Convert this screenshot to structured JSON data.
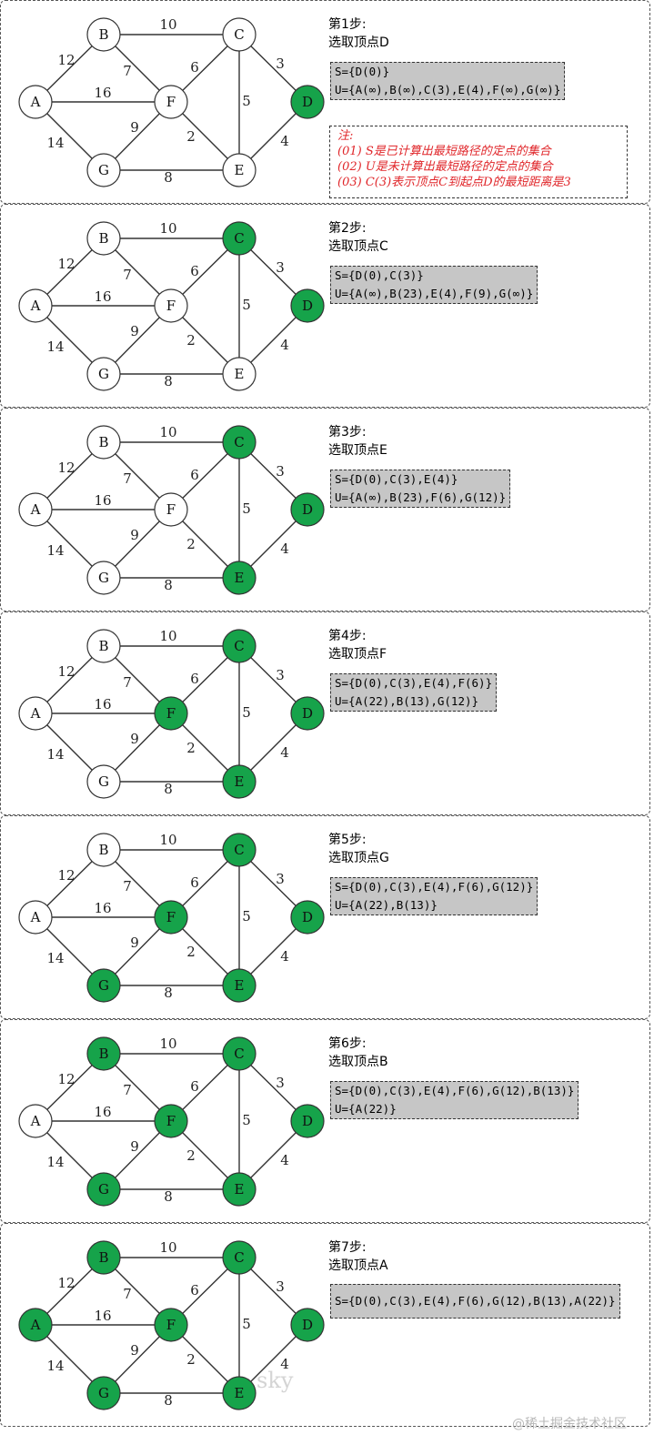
{
  "graph": {
    "nodes": [
      "A",
      "B",
      "C",
      "D",
      "E",
      "F",
      "G"
    ],
    "edges": [
      {
        "from": "A",
        "to": "B",
        "weight": "12"
      },
      {
        "from": "A",
        "to": "F",
        "weight": "16"
      },
      {
        "from": "A",
        "to": "G",
        "weight": "14"
      },
      {
        "from": "B",
        "to": "C",
        "weight": "10"
      },
      {
        "from": "B",
        "to": "F",
        "weight": "7"
      },
      {
        "from": "C",
        "to": "F",
        "weight": "6"
      },
      {
        "from": "C",
        "to": "E",
        "weight": "5"
      },
      {
        "from": "C",
        "to": "D",
        "weight": "3"
      },
      {
        "from": "F",
        "to": "G",
        "weight": "9"
      },
      {
        "from": "F",
        "to": "E",
        "weight": "2"
      },
      {
        "from": "G",
        "to": "E",
        "weight": "8"
      },
      {
        "from": "D",
        "to": "E",
        "weight": "4"
      }
    ],
    "colors": {
      "selected": "#16a34a",
      "unselected": "#ffffff",
      "edge": "#333333"
    }
  },
  "steps": [
    {
      "title": "第1步:",
      "subtitle": "选取顶点D",
      "s": "S={D(0)}",
      "u": "U={A(∞),B(∞),C(3),E(4),F(∞),G(∞)}",
      "selected": [
        "D"
      ]
    },
    {
      "title": "第2步:",
      "subtitle": "选取顶点C",
      "s": "S={D(0),C(3)}",
      "u": "U={A(∞),B(23),E(4),F(9),G(∞)}",
      "selected": [
        "D",
        "C"
      ]
    },
    {
      "title": "第3步:",
      "subtitle": "选取顶点E",
      "s": "S={D(0),C(3),E(4)}",
      "u": "U={A(∞),B(23),F(6),G(12)}",
      "selected": [
        "D",
        "C",
        "E"
      ]
    },
    {
      "title": "第4步:",
      "subtitle": "选取顶点F",
      "s": "S={D(0),C(3),E(4),F(6)}",
      "u": "U={A(22),B(13),G(12)}",
      "selected": [
        "D",
        "C",
        "E",
        "F"
      ]
    },
    {
      "title": "第5步:",
      "subtitle": "选取顶点G",
      "s": "S={D(0),C(3),E(4),F(6),G(12)}",
      "u": "U={A(22),B(13)}",
      "selected": [
        "D",
        "C",
        "E",
        "F",
        "G"
      ]
    },
    {
      "title": "第6步:",
      "subtitle": "选取顶点B",
      "s": "S={D(0),C(3),E(4),F(6),G(12),B(13)}",
      "u": "U={A(22)}",
      "selected": [
        "D",
        "C",
        "E",
        "F",
        "G",
        "B"
      ]
    },
    {
      "title": "第7步:",
      "subtitle": "选取顶点A",
      "s": "S={D(0),C(3),E(4),F(6),G(12),B(13),A(22)}",
      "u": "",
      "selected": [
        "D",
        "C",
        "E",
        "F",
        "G",
        "B",
        "A"
      ]
    }
  ],
  "note": {
    "heading": "注:",
    "lines": [
      "(01) S是已计算出最短路径的定点的集合",
      "(02) U是未计算出最短路径的定点的集合",
      "(03) C(3)表示顶点C到起点D的最短距离是3"
    ]
  },
  "watermark": "@稀土掘金技术社区",
  "sky_text": "sky"
}
